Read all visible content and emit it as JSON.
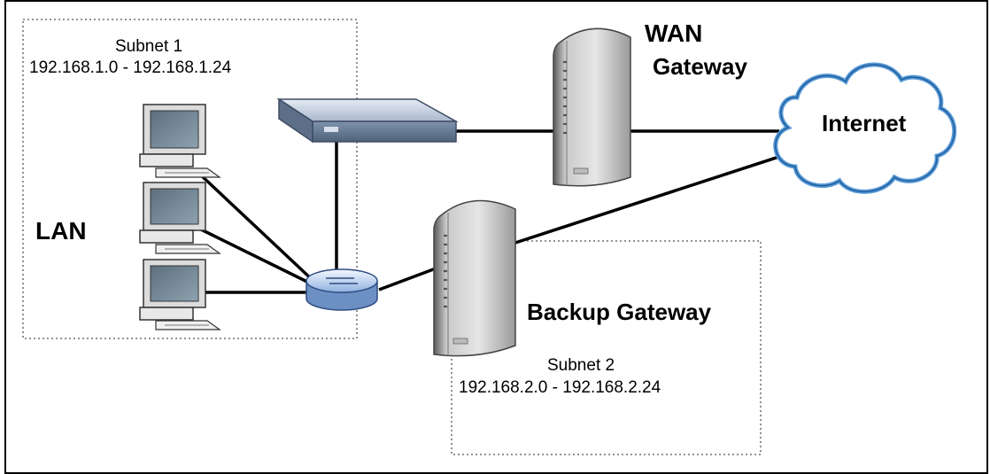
{
  "diagram": {
    "subnet1": {
      "name": "Subnet 1",
      "range": "192.168.1.0 - 192.168.1.24"
    },
    "subnet2": {
      "name": "Subnet 2",
      "range": "192.168.2.0 - 192.168.2.24"
    },
    "lan_label": "LAN",
    "wan_gateway_line1": "WAN",
    "wan_gateway_line2": "Gateway",
    "backup_gateway_label": "Backup Gateway",
    "internet_label": "Internet"
  }
}
